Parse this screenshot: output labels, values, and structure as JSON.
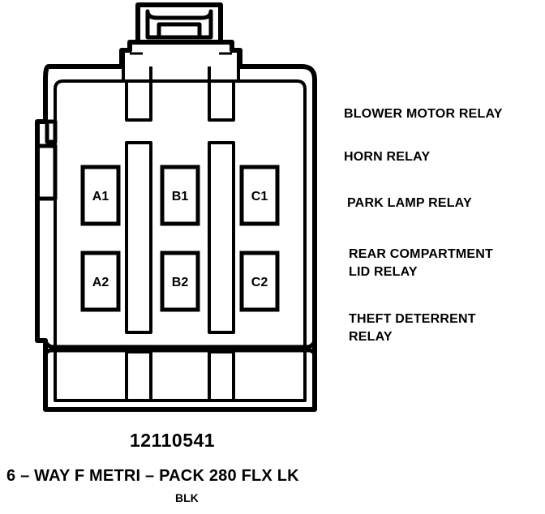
{
  "connector": {
    "part_number": "12110541",
    "description": "6 – WAY F METRI – PACK 280 FLX LK",
    "color": "BLK"
  },
  "cavities": [
    {
      "id": "A1"
    },
    {
      "id": "B1"
    },
    {
      "id": "C1"
    },
    {
      "id": "A2"
    },
    {
      "id": "B2"
    },
    {
      "id": "C2"
    }
  ],
  "relay_labels": [
    {
      "lines": [
        "BLOWER MOTOR RELAY"
      ]
    },
    {
      "lines": [
        "HORN RELAY"
      ]
    },
    {
      "lines": [
        "PARK LAMP RELAY"
      ]
    },
    {
      "lines": [
        "REAR COMPARTMENT",
        "LID RELAY"
      ]
    },
    {
      "lines": [
        "THEFT DETERRENT",
        "RELAY"
      ]
    }
  ]
}
